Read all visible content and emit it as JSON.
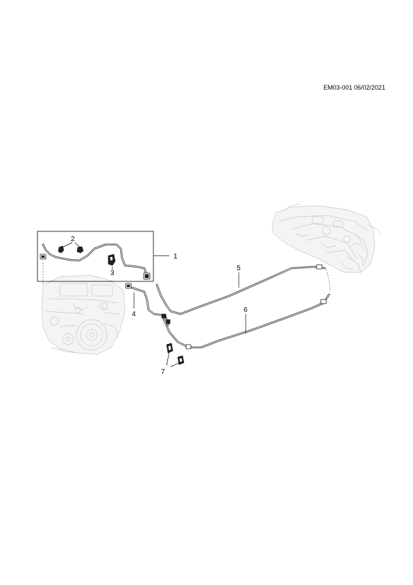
{
  "diagram": {
    "reference_code": "EM03-001 06/02/2021",
    "callouts": [
      {
        "id": "1",
        "label": "1"
      },
      {
        "id": "2",
        "label": "2"
      },
      {
        "id": "3",
        "label": "3"
      },
      {
        "id": "4",
        "label": "4"
      },
      {
        "id": "5",
        "label": "5"
      },
      {
        "id": "6",
        "label": "6"
      },
      {
        "id": "7",
        "label": "7"
      }
    ]
  }
}
